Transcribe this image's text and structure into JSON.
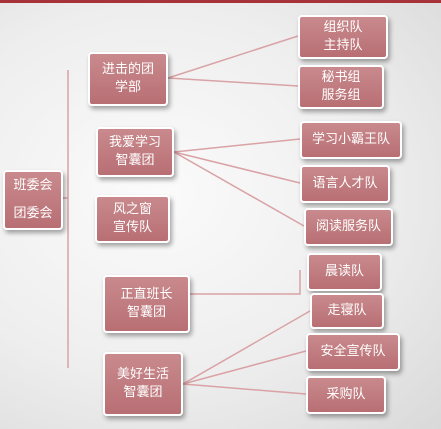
{
  "diagram": {
    "root": {
      "lines": [
        "班委会",
        "团委会"
      ]
    },
    "groups": [
      {
        "lines": [
          "进击的团",
          "学部"
        ],
        "children": [
          {
            "lines": [
              "组织队",
              "主持队"
            ]
          },
          {
            "lines": [
              "秘书组",
              "服务组"
            ]
          }
        ]
      },
      {
        "lines": [
          "我爱学习",
          "智囊团"
        ],
        "children": [
          {
            "lines": [
              "学习小霸王队"
            ]
          },
          {
            "lines": [
              "语言人才队"
            ]
          },
          {
            "lines": [
              "阅读服务队"
            ]
          }
        ]
      },
      {
        "lines": [
          "风之窗",
          "宣传队"
        ],
        "children": []
      },
      {
        "lines": [
          "正直班长",
          "智囊团"
        ],
        "children": [
          {
            "lines": [
              "晨读队"
            ]
          }
        ]
      },
      {
        "lines": [
          "美好生活",
          "智囊团"
        ],
        "children": [
          {
            "lines": [
              "走寝队"
            ]
          },
          {
            "lines": [
              "安全宣传队"
            ]
          },
          {
            "lines": [
              "采购队"
            ]
          }
        ]
      }
    ]
  },
  "colors": {
    "node_fill": "#bf7a7e",
    "node_border": "#ffffff",
    "connector": "#d9a2a5",
    "accent_bar": "#a8323a"
  }
}
